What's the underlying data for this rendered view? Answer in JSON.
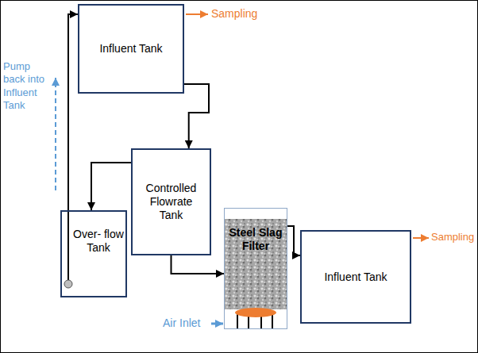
{
  "diagram": {
    "nodes": [
      {
        "text": [
          "Influent Tank"
        ]
      },
      {
        "text": [
          "Controlled Flowrate Tank"
        ]
      },
      {
        "text": [
          "Over- flow Tank"
        ]
      },
      {
        "text": [
          "Steel Slag Filter"
        ]
      },
      {
        "text": [
          "Influent Tank"
        ]
      }
    ],
    "edges": [
      {
        "from": 0,
        "to": 1,
        "arrow": "to"
      },
      {
        "from": 1,
        "to": 2,
        "arrow": "to"
      },
      {
        "from": 1,
        "to": 3,
        "arrow": "to"
      },
      {
        "from": 3,
        "to": 4,
        "arrow": "to"
      },
      {
        "from": 2,
        "to": 0,
        "arrow": "to"
      }
    ],
    "labels": [
      "Sampling",
      "Pump back into Influent Tank",
      "Air Inlet",
      "Sampling"
    ]
  }
}
